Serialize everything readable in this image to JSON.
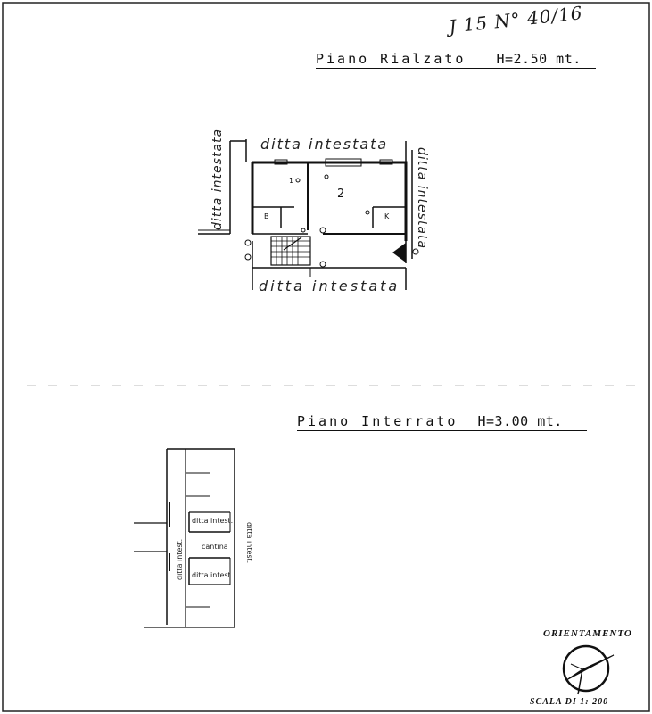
{
  "header": {
    "annotation": "J 15 N° 40/16"
  },
  "upper_plan": {
    "title": "Piano Rialzato",
    "height": "H=2.50 mt.",
    "neighbor_top": "ditta intestata",
    "neighbor_bottom": "ditta intestata",
    "neighbor_left": "ditta intestata",
    "neighbor_right": "ditta intestata",
    "rooms": {
      "r1": "1",
      "r2": "2",
      "b": "B",
      "k": "K"
    }
  },
  "lower_plan": {
    "title": "Piano Interrato",
    "height": "H=3.00 mt.",
    "neighbor_top": "ditta intest.",
    "neighbor_bottom": "ditta intest.",
    "neighbor_left": "ditta intest.",
    "neighbor_right": "ditta intest.",
    "room": "cantina"
  },
  "footer": {
    "orientation": "ORIENTAMENTO",
    "scale": "SCALA DI 1: 200"
  }
}
